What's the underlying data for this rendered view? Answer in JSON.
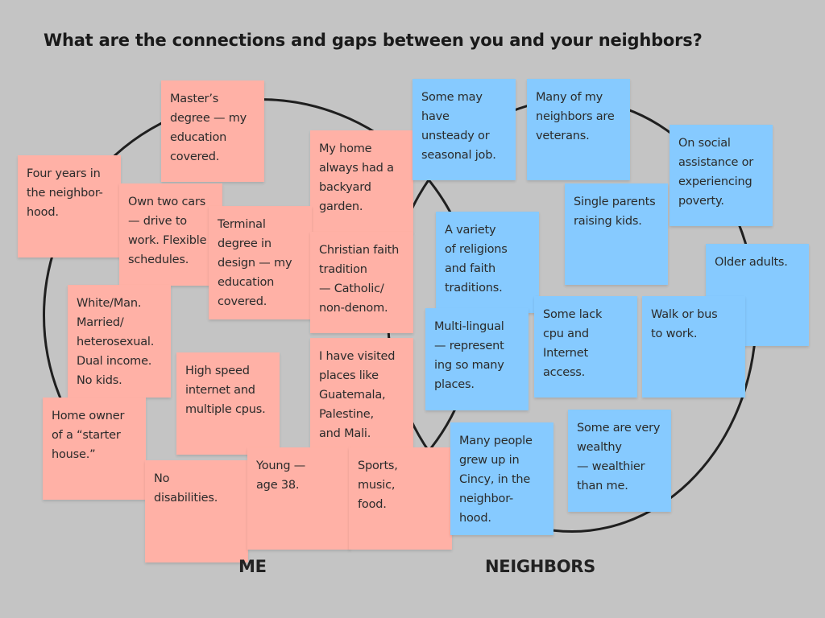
{
  "title": "What are the connections and gaps between you and your neighbors?",
  "labels": {
    "me": "ME",
    "neighbors": "NEIGHBORS"
  },
  "colors": {
    "me_note": "#ffb1a6",
    "neighbor_note": "#86caff",
    "background": "#c4c4c4",
    "circle_stroke": "#1f1f1f"
  },
  "me_notes": [
    "Master’s\ndegree — my\neducation\ncovered.",
    "Four years in\nthe neighbor-\nhood.",
    "Own two cars\n— drive to\nwork. Flexible\nschedules.",
    "My home\nalways had a\nbackyard\ngarden.",
    "Terminal\ndegree in\ndesign — my\neducation\ncovered.",
    "Christian faith\ntradition\n— Catholic/\nnon-denom.",
    "White/Man.\nMarried/\nheterosexual.\nDual income.\nNo kids.",
    "I have visited\nplaces like\nGuatemala,\nPalestine,\nand Mali.",
    "High speed\ninternet and\nmultiple cpus.",
    "Home owner\nof a “starter\nhouse.”",
    "No\ndisabilities.",
    "Young —\nage 38.",
    "Sports,\nmusic,\nfood."
  ],
  "neighbor_notes": [
    "Some may\nhave\nunsteady or\nseasonal job.",
    "Many of my\nneighbors are\nveterans.",
    "On social\nassistance or\nexperiencing\npoverty.",
    "Single parents\nraising kids.",
    "A variety\nof religions\nand faith\ntraditions.",
    "Older adults.",
    "Some lack\ncpu and\nInternet\naccess.",
    "Walk or bus\nto work.",
    "Multi-lingual\n— represent\ning so many\nplaces.",
    "Some are very\nwealthy\n— wealthier\nthan me.",
    "Many people\ngrew up in\nCincy, in the\nneighbor-\nhood."
  ]
}
